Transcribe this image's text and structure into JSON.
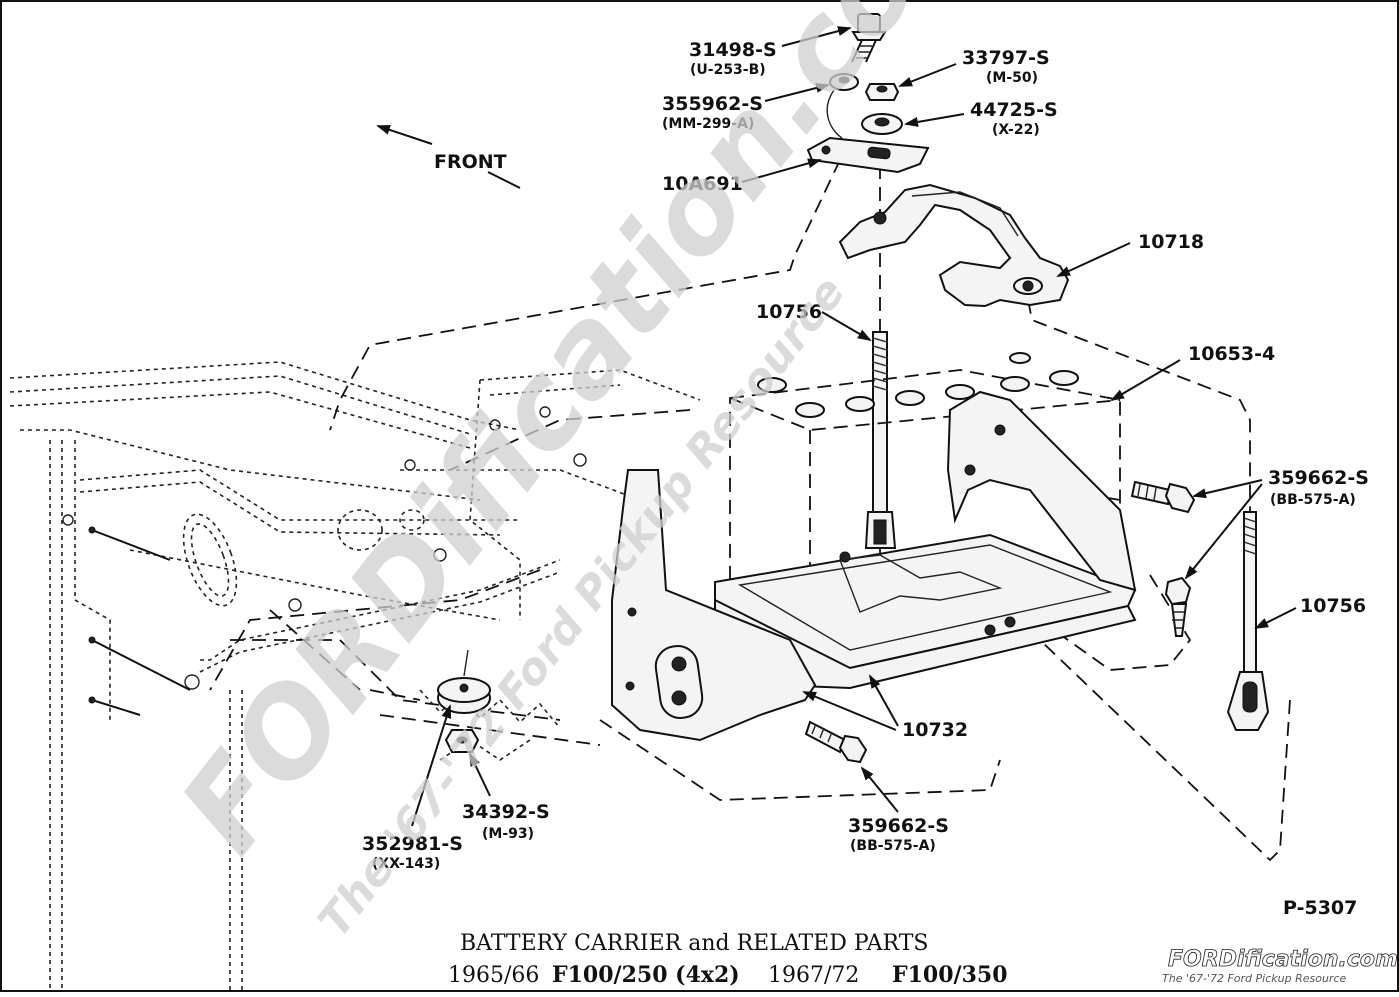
{
  "diagram": {
    "front_label": "FRONT",
    "figure_id": "P-5307",
    "caption": {
      "line1": "BATTERY CARRIER and RELATED PARTS",
      "line2_a": "1965/66",
      "line2_b": "F100/250 (4x2)",
      "line2_c": "1967/72",
      "line2_d": "F100/350"
    },
    "parts": [
      {
        "id": "p-31498",
        "number": "31498-S",
        "code": "(U-253-B)"
      },
      {
        "id": "p-355962",
        "number": "355962-S",
        "code": "(MM-299-A)"
      },
      {
        "id": "p-33797",
        "number": "33797-S",
        "code": "(M-50)"
      },
      {
        "id": "p-44725",
        "number": "44725-S",
        "code": "(X-22)"
      },
      {
        "id": "p-10a691",
        "number": "10A691",
        "code": ""
      },
      {
        "id": "p-10718",
        "number": "10718",
        "code": ""
      },
      {
        "id": "p-10756-top",
        "number": "10756",
        "code": ""
      },
      {
        "id": "p-10653",
        "number": "10653-4",
        "code": ""
      },
      {
        "id": "p-359662-right",
        "number": "359662-S",
        "code": "(BB-575-A)"
      },
      {
        "id": "p-10756-right",
        "number": "10756",
        "code": ""
      },
      {
        "id": "p-10732",
        "number": "10732",
        "code": ""
      },
      {
        "id": "p-359662-bottom",
        "number": "359662-S",
        "code": "(BB-575-A)"
      },
      {
        "id": "p-34392",
        "number": "34392-S",
        "code": "(M-93)"
      },
      {
        "id": "p-352981",
        "number": "352981-S",
        "code": "(XX-143)"
      }
    ],
    "watermark": {
      "main": "FORDification.com",
      "sub": "The '67-'72 Ford Pickup Resource"
    },
    "logo": {
      "main": "FORDification.com",
      "sub": "The '67-'72 Ford Pickup Resource"
    }
  }
}
